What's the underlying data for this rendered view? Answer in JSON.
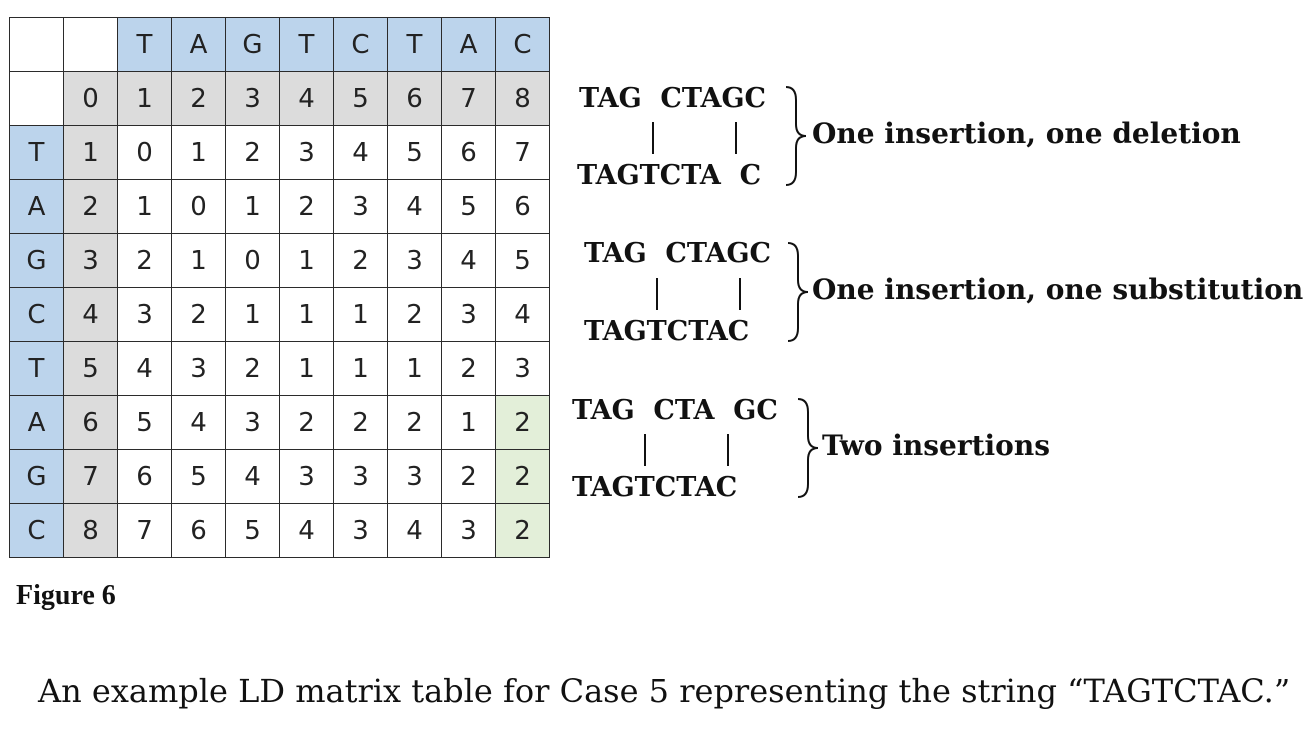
{
  "matrix": {
    "col_headers": [
      "T",
      "A",
      "G",
      "T",
      "C",
      "T",
      "A",
      "C"
    ],
    "top_index": [
      "0",
      "1",
      "2",
      "3",
      "4",
      "5",
      "6",
      "7",
      "8"
    ],
    "rows": [
      {
        "char": "T",
        "idx": "1",
        "vals": [
          "0",
          "1",
          "2",
          "3",
          "4",
          "5",
          "6",
          "7"
        ]
      },
      {
        "char": "A",
        "idx": "2",
        "vals": [
          "1",
          "0",
          "1",
          "2",
          "3",
          "4",
          "5",
          "6"
        ]
      },
      {
        "char": "G",
        "idx": "3",
        "vals": [
          "2",
          "1",
          "0",
          "1",
          "2",
          "3",
          "4",
          "5"
        ]
      },
      {
        "char": "C",
        "idx": "4",
        "vals": [
          "3",
          "2",
          "1",
          "1",
          "1",
          "2",
          "3",
          "4"
        ]
      },
      {
        "char": "T",
        "idx": "5",
        "vals": [
          "4",
          "3",
          "2",
          "1",
          "1",
          "1",
          "2",
          "3"
        ]
      },
      {
        "char": "A",
        "idx": "6",
        "vals": [
          "5",
          "4",
          "3",
          "2",
          "2",
          "2",
          "1",
          "2"
        ]
      },
      {
        "char": "G",
        "idx": "7",
        "vals": [
          "6",
          "5",
          "4",
          "3",
          "3",
          "3",
          "2",
          "2"
        ]
      },
      {
        "char": "C",
        "idx": "8",
        "vals": [
          "7",
          "6",
          "5",
          "4",
          "3",
          "4",
          "3",
          "2"
        ]
      }
    ],
    "colors": {
      "header": "#bcd4ec",
      "index": "#dcdcdc",
      "highlight": "#e3efd9"
    }
  },
  "alignments": [
    {
      "top": "TAG  CTAGC",
      "bottom": "TAGTCTA  C",
      "label": "One insertion, one deletion"
    },
    {
      "top": "TAG  CTAGC",
      "bottom": "TAGTCTAC",
      "label": "One insertion, one substitution"
    },
    {
      "top": "TAG  CTA  GC",
      "bottom": "TAGTCTAC",
      "label": "Two insertions"
    }
  ],
  "figure_label": "Figure 6",
  "caption": "An example LD matrix table for Case 5 representing the string “TAGTCTAC.”"
}
